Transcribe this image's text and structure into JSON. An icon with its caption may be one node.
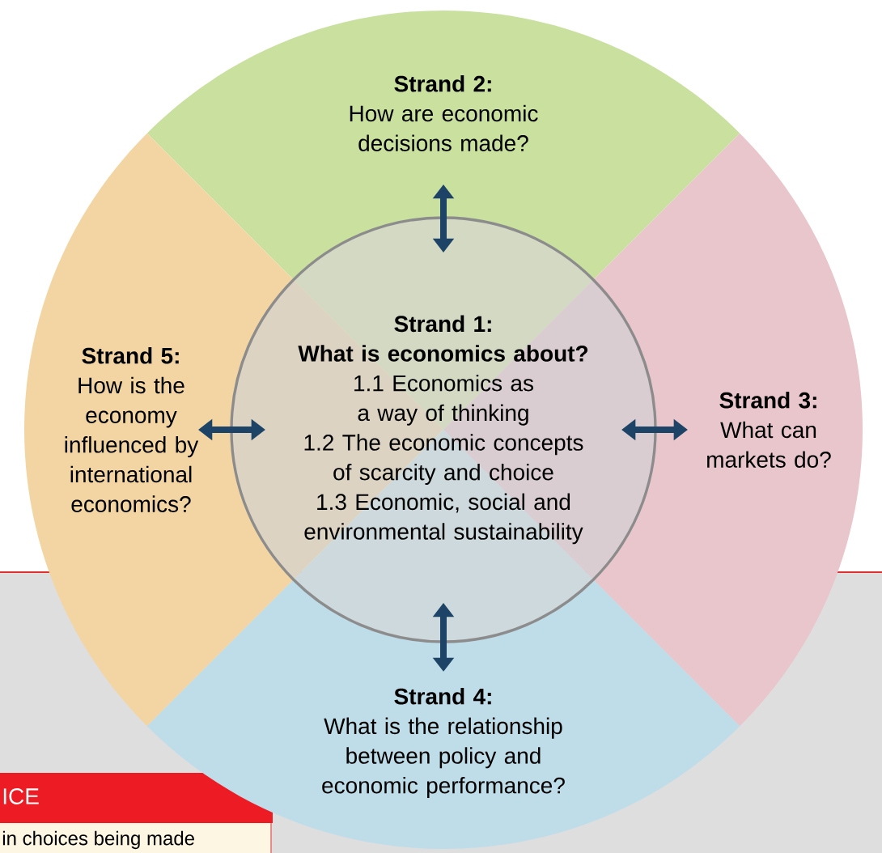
{
  "diagram": {
    "nodes": [
      {
        "text": [
          "Strand 2:",
          "How are economic decisions made?"
        ]
      },
      {
        "text": [
          "Strand 5:",
          "How is the economy influenced by international economics?"
        ]
      },
      {
        "text": [
          "Strand 1:",
          "What is economics about?",
          "1.1 Economics as a way of thinking",
          "1.2 The economic concepts of scarcity and choice",
          "1.3 Economic, social and environmental sustainability"
        ]
      },
      {
        "text": [
          "Strand 3:",
          "What can markets do?"
        ]
      },
      {
        "text": [
          "Strand 4:",
          "What is the relationship between policy and economic performance?"
        ]
      }
    ],
    "edges": [
      {
        "from": 2,
        "to": 0,
        "arrow": "both"
      },
      {
        "from": 2,
        "to": 1,
        "arrow": "both"
      },
      {
        "from": 2,
        "to": 3,
        "arrow": "both"
      },
      {
        "from": 2,
        "to": 4,
        "arrow": "both"
      }
    ],
    "labels": [
      "ICE",
      "in choices being made"
    ]
  }
}
